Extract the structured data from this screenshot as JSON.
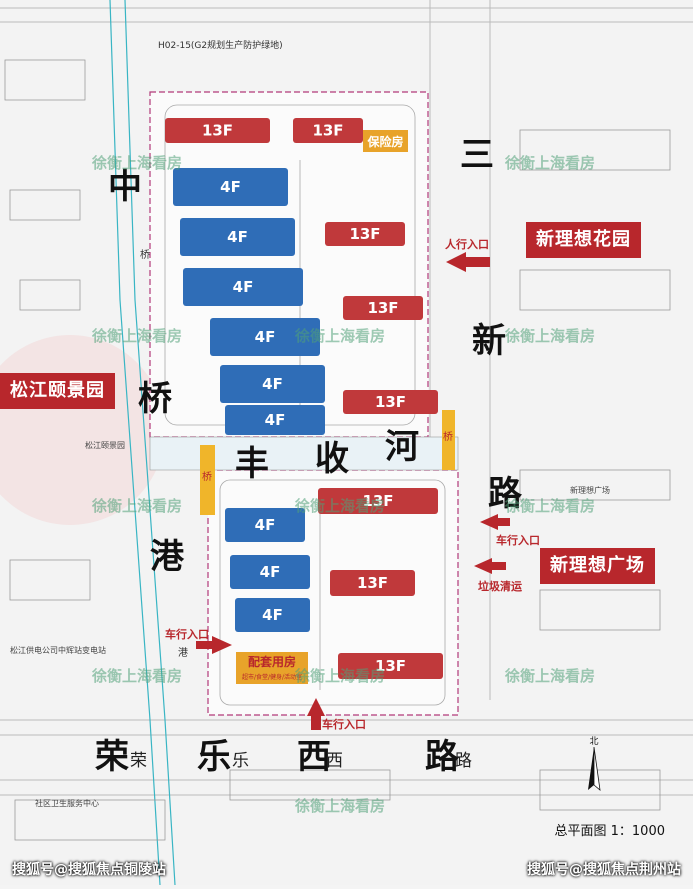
{
  "map": {
    "plot_code": "H02-15(G2规划生产防护绿地)",
    "scale_label": "总平面图 1：1000",
    "north_label": "北"
  },
  "roads": {
    "west_road_chars": [
      "中",
      "桥"
    ],
    "west_road_chars_2": [
      "港"
    ],
    "south_road_chars": [
      "荣",
      "乐",
      "西",
      "路"
    ],
    "south_road_small": [
      "荣",
      "乐",
      "西",
      "路"
    ],
    "east_road_chars": [
      "三",
      "新",
      "路"
    ],
    "river_chars": [
      "丰",
      "收",
      "河"
    ],
    "bridge_chars": [
      "桥",
      "桥",
      "桥"
    ],
    "side_road_chars": [
      "桥"
    ],
    "gang_char": "港"
  },
  "buildings_north": [
    {
      "floors": "13F",
      "color": "#c0393b"
    },
    {
      "floors": "13F",
      "color": "#c0393b"
    },
    {
      "floors": "4F",
      "color": "#2f6db7"
    },
    {
      "floors": "4F",
      "color": "#2f6db7"
    },
    {
      "floors": "13F",
      "color": "#c0393b"
    },
    {
      "floors": "4F",
      "color": "#2f6db7"
    },
    {
      "floors": "13F",
      "color": "#c0393b"
    },
    {
      "floors": "4F",
      "color": "#2f6db7"
    },
    {
      "floors": "4F",
      "color": "#2f6db7"
    },
    {
      "floors": "13F",
      "color": "#c0393b"
    },
    {
      "floors": "4F",
      "color": "#2f6db7"
    }
  ],
  "buildings_south": [
    {
      "floors": "13F",
      "color": "#c0393b"
    },
    {
      "floors": "4F",
      "color": "#2f6db7"
    },
    {
      "floors": "4F",
      "color": "#2f6db7"
    },
    {
      "floors": "13F",
      "color": "#c0393b"
    },
    {
      "floors": "4F",
      "color": "#2f6db7"
    },
    {
      "floors": "13F",
      "color": "#c0393b"
    }
  ],
  "facilities": {
    "security": "保险房",
    "amenity_title": "配套用房",
    "amenity_sub": "超市/食堂/健身/活动室"
  },
  "entries": {
    "pedestrian": "人行入口",
    "vehicle_east": "车行入口",
    "vehicle_west": "车行入口",
    "vehicle_south": "车行入口",
    "garbage": "垃圾清运"
  },
  "neighbors": {
    "west": "松江颐景园",
    "east_1": "新理想花园",
    "east_2": "新理想广场"
  },
  "notes": {
    "west_small": "松江颐景园",
    "service_center": "社区卫生服务中心",
    "power": "松江供电公司中辉站变电站",
    "xinlixiang_square_small": "新理想广场"
  },
  "watermarks": {
    "text": "徐衡上海看房"
  },
  "footer": {
    "left": "搜狐号@搜狐焦点铜陵站",
    "right": "搜狐号@搜狐焦点荆州站"
  },
  "colors": {
    "high_rise": "#c0393b",
    "low_rise": "#2f6db7",
    "amenity": "#e8a32a",
    "arrow": "#b8272c",
    "tag": "#b8272c",
    "site_boundary": "#b23a7a"
  }
}
